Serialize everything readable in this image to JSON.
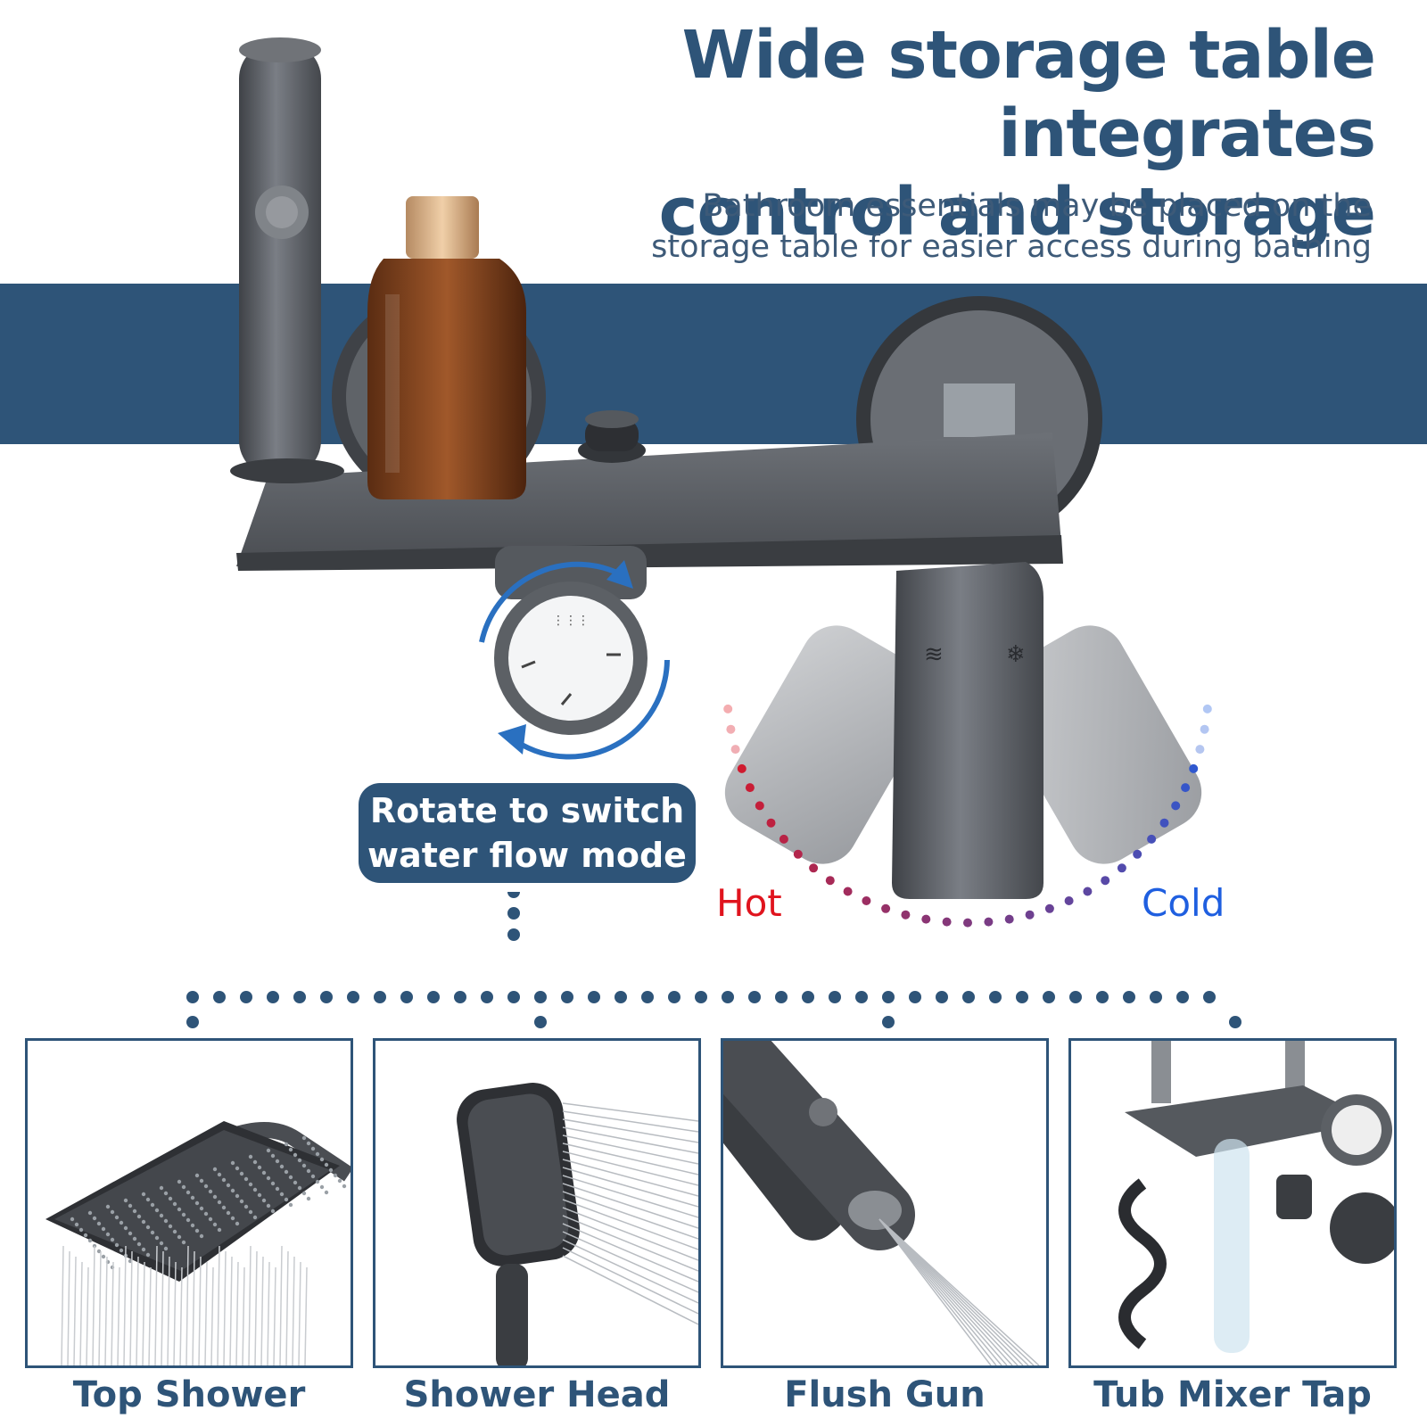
{
  "headline": {
    "line1": "Wide storage table integrates",
    "line2": "control and storage"
  },
  "subhead": {
    "line1": "Bathroom essentials may be placed on the",
    "line2": "storage table for easier access during bathing"
  },
  "callout": {
    "line1": "Rotate to switch",
    "line2": "water flow mode"
  },
  "temperature": {
    "hot_label": "Hot",
    "cold_label": "Cold",
    "hot_color": "#e0141e",
    "cold_color": "#1f5fe0"
  },
  "modes": [
    {
      "label": "Top Shower",
      "icon": "rain-shower-head-icon"
    },
    {
      "label": "Shower Head",
      "icon": "handheld-shower-icon"
    },
    {
      "label": "Flush Gun",
      "icon": "flush-gun-icon"
    },
    {
      "label": "Tub Mixer Tap",
      "icon": "tub-spout-icon"
    }
  ],
  "colors": {
    "brand_blue": "#2e5478",
    "metal_gunmetal": "#5a5e64",
    "background": "#ffffff"
  }
}
